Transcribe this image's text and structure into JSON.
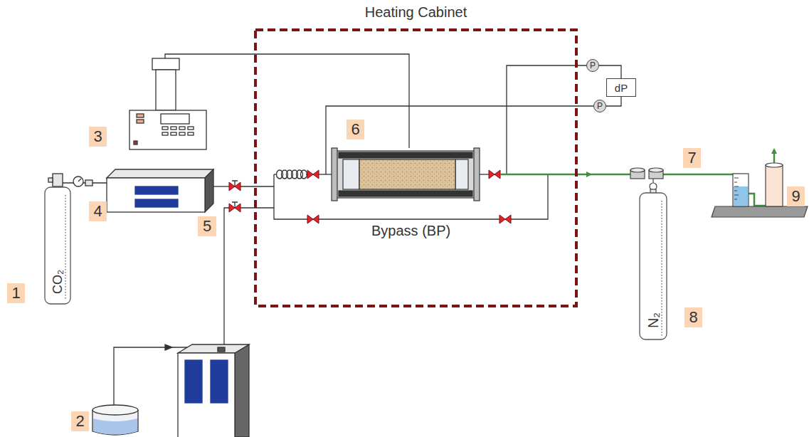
{
  "diagram": {
    "nodes": [
      {
        "text": [
          "Heating Cabinet"
        ]
      },
      {
        "text": [
          "6"
        ],
        "in": 0
      },
      {
        "text": [
          "P"
        ]
      },
      {
        "text": [
          "dP"
        ]
      },
      {
        "text": [
          "P"
        ]
      },
      {
        "text": [
          "3"
        ]
      },
      {
        "text": [
          "7"
        ]
      },
      {
        "text": [
          "9"
        ]
      },
      {
        "text": [
          "CO₂"
        ]
      },
      {
        "text": [
          "4"
        ]
      },
      {
        "text": [
          "1"
        ]
      },
      {
        "text": [
          "5"
        ]
      },
      {
        "text": [
          "N₂"
        ]
      },
      {
        "text": [
          "8"
        ]
      },
      {
        "text": [
          "2"
        ]
      }
    ],
    "edges": [
      {
        "from": 2,
        "to": 3,
        "arrow": "none"
      },
      {
        "from": 4,
        "to": 3,
        "arrow": "none"
      }
    ],
    "labels": [
      "Bypass (BP)"
    ]
  }
}
